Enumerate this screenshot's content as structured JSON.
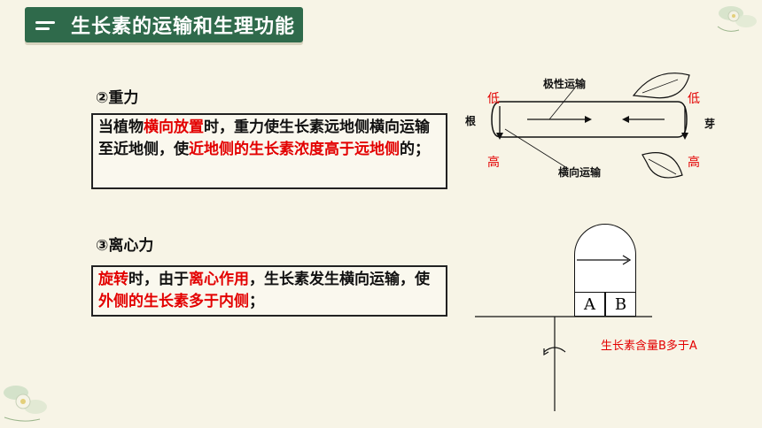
{
  "title": "生长素的运输和生理功能",
  "section_gravity": {
    "heading": "②重力",
    "text_parts": [
      {
        "t": "当植物",
        "red": false
      },
      {
        "t": "横向放置",
        "red": true
      },
      {
        "t": "时，重力使生长素远地侧横向运输至近地侧，使",
        "red": false
      },
      {
        "t": "近地侧的生长素浓度高于远地侧",
        "red": true
      },
      {
        "t": "的；",
        "red": false
      }
    ]
  },
  "section_centrifugal": {
    "heading": "③离心力",
    "text_parts": [
      {
        "t": "旋转",
        "red": true
      },
      {
        "t": "时，由于",
        "red": false
      },
      {
        "t": "离心作用",
        "red": true
      },
      {
        "t": "，生长素发生横向运输，使",
        "red": false
      },
      {
        "t": "外侧的生长素多于内侧",
        "red": true
      },
      {
        "t": "；",
        "red": false
      }
    ]
  },
  "diagram_gravity": {
    "polar_transport": "极性运输",
    "lateral_transport": "横向运输",
    "root": "根",
    "bud": "芽",
    "low_left": "低",
    "high_left": "高",
    "low_right": "低",
    "high_right": "高"
  },
  "diagram_centrifuge": {
    "block_a": "A",
    "block_b": "B",
    "note": "生长素含量B多于A"
  },
  "colors": {
    "accent": "#2f6a4b",
    "highlight": "#e30000"
  }
}
